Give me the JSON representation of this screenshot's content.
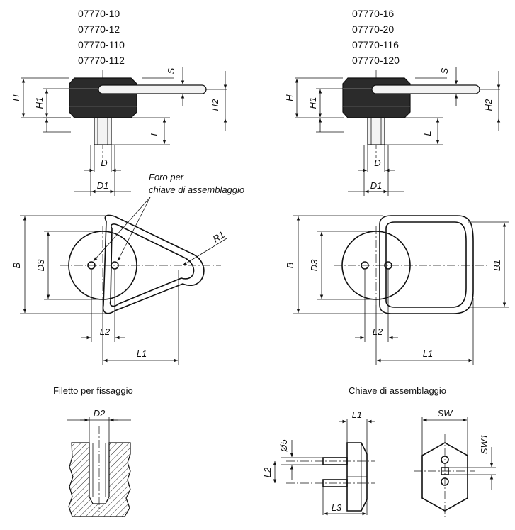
{
  "variants": {
    "left_codes": [
      "07770-10",
      "07770-12",
      "07770-110",
      "07770-112"
    ],
    "right_codes": [
      "07770-16",
      "07770-20",
      "07770-116",
      "07770-120"
    ]
  },
  "labels": {
    "H": "H",
    "H1": "H1",
    "H2": "H2",
    "S": "S",
    "L": "L",
    "D": "D",
    "D1": "D1",
    "D2": "D2",
    "D3": "D3",
    "B": "B",
    "B1": "B1",
    "R1": "R1",
    "L1": "L1",
    "L2": "L2",
    "L3": "L3",
    "SW": "SW",
    "SW1": "SW1",
    "dia5": "Ø5"
  },
  "callout": {
    "line1": "Foro per",
    "line2": "chiave di assemblaggio"
  },
  "captions": {
    "thread": "Filetto per fissaggio",
    "key": "Chiave di assemblaggio"
  }
}
